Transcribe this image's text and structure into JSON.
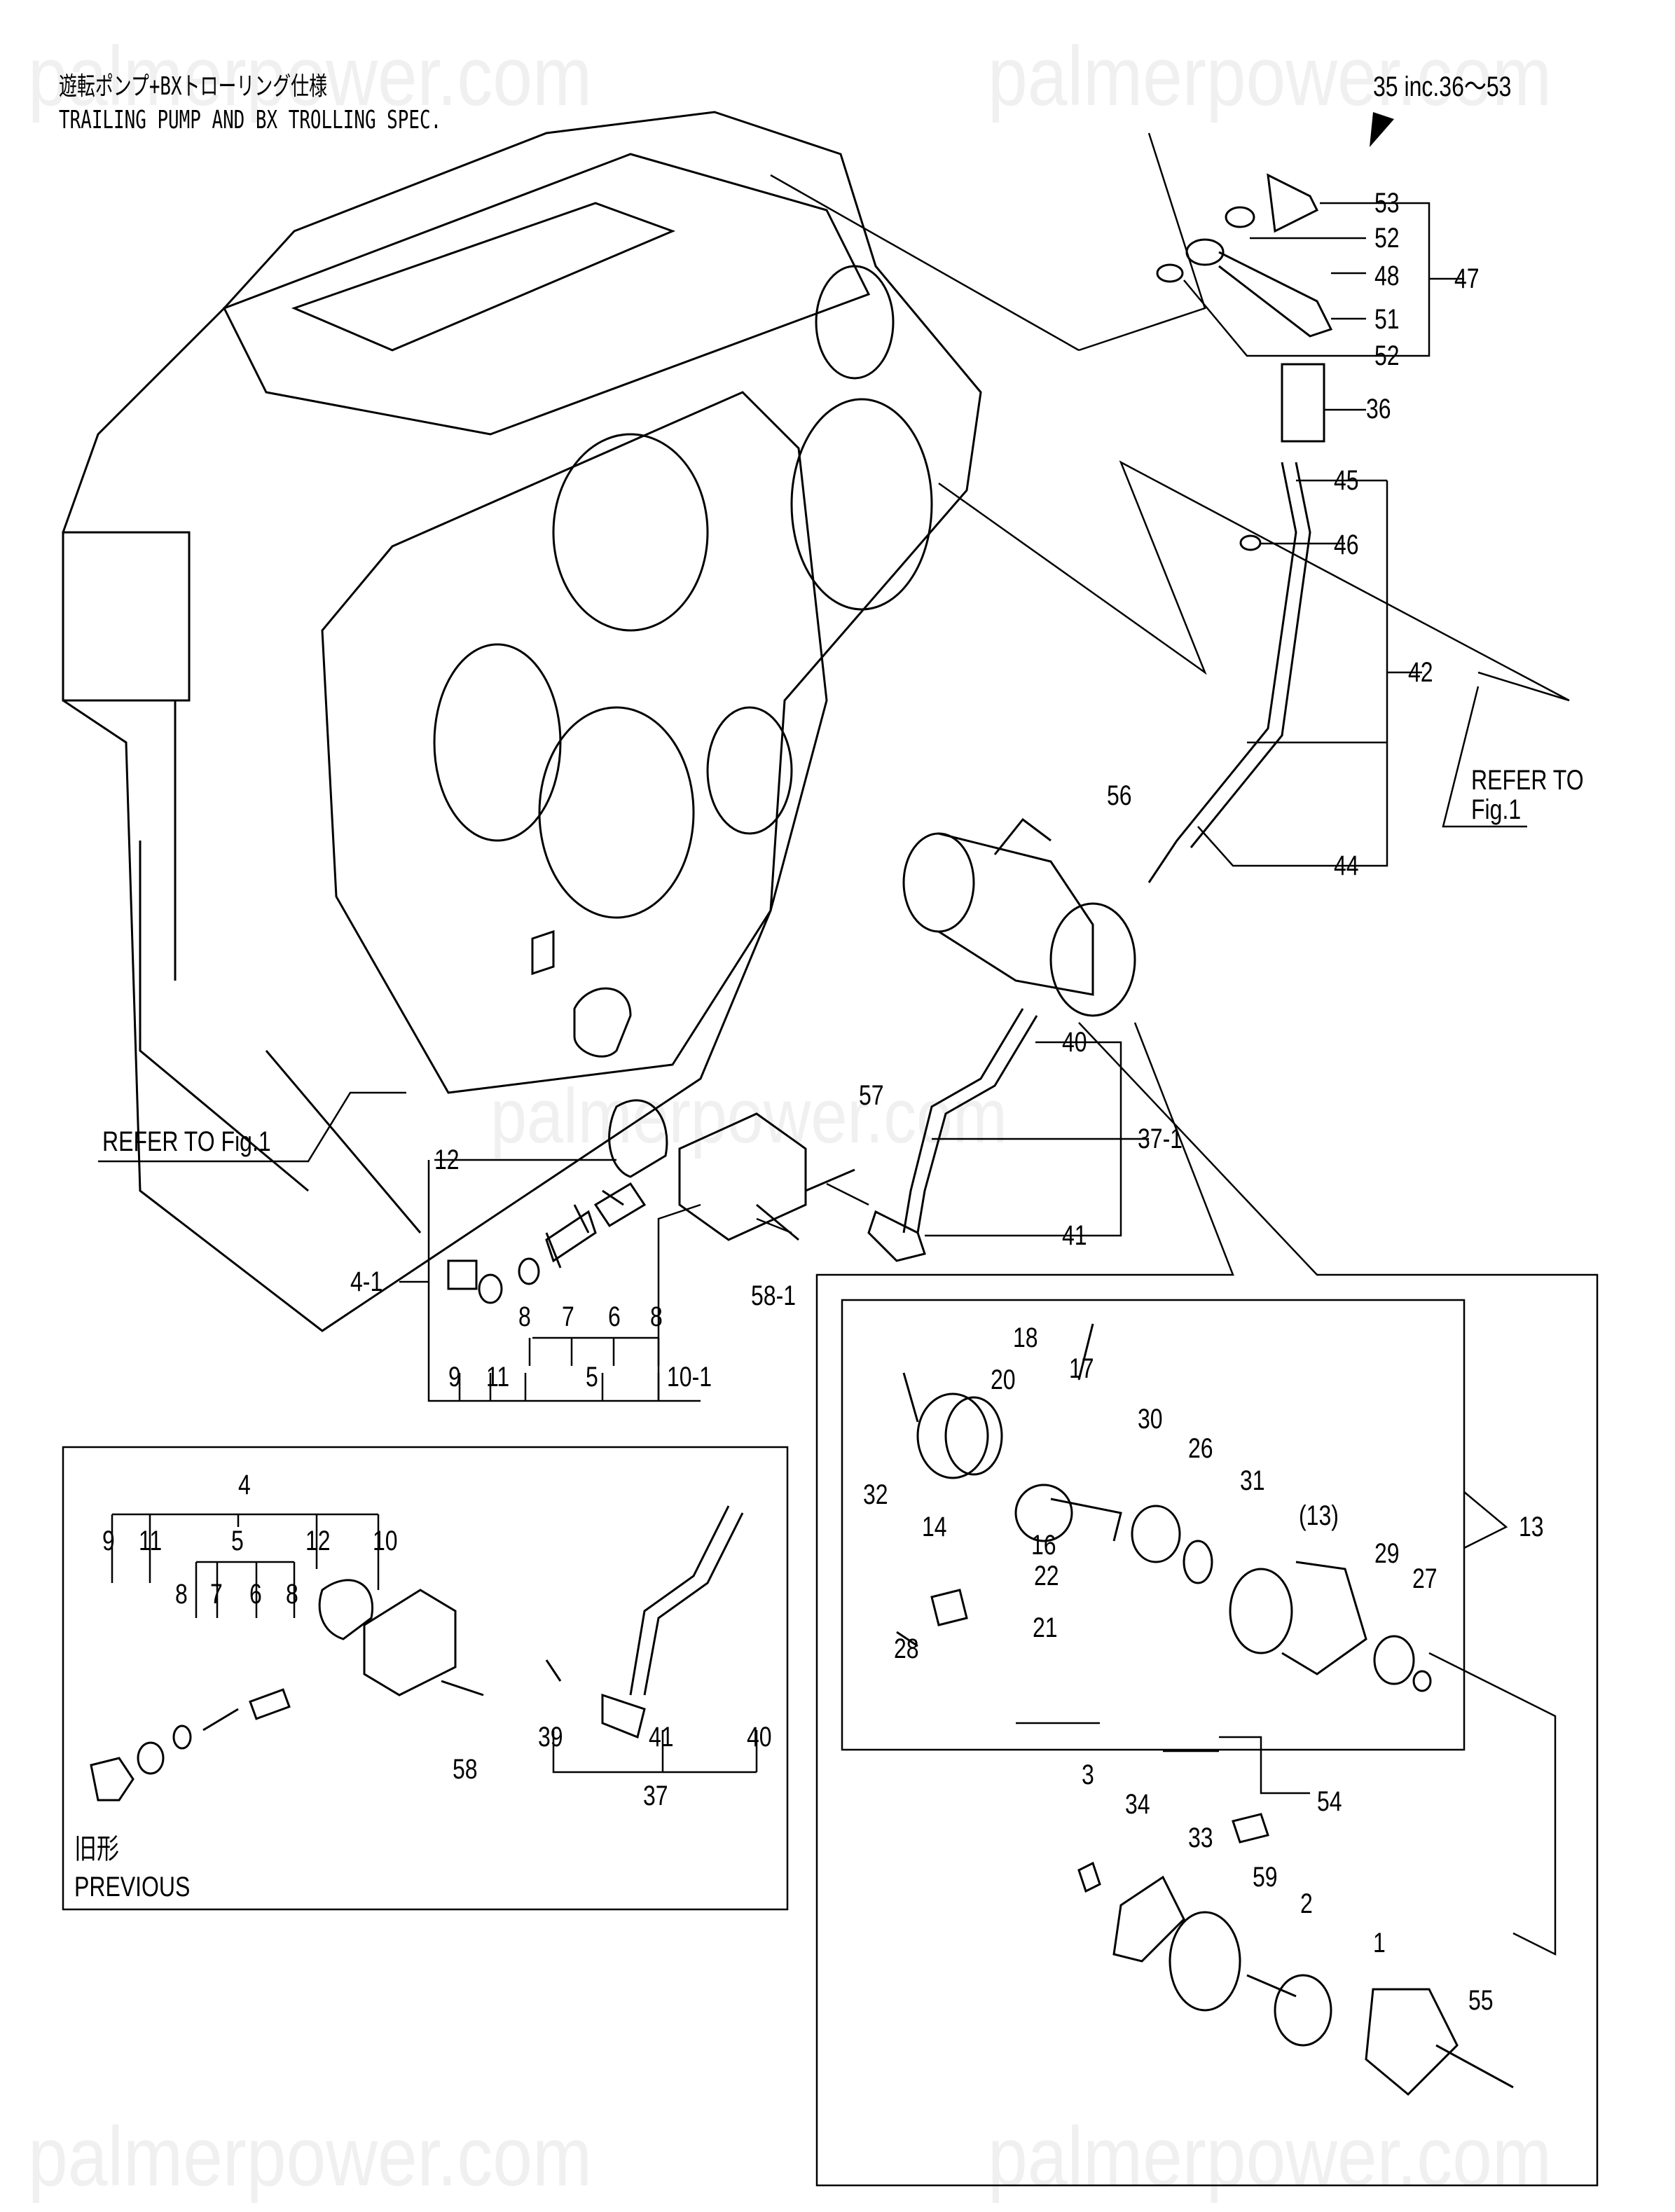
{
  "header": {
    "title_jp": "遊転ポンプ+BXトローリング仕様",
    "title_en": "TRAILING PUMP AND BX TROLLING SPEC.",
    "assembly_note": "35 inc.36～53"
  },
  "watermark": "palmerpower.com",
  "references": {
    "refer_right_1": "REFER TO",
    "refer_right_2": "Fig.1",
    "refer_left": "REFER TO Fig.1"
  },
  "previous_inset": {
    "label_jp": "旧形",
    "label_en": "PREVIOUS"
  },
  "callouts": [
    "53",
    "52",
    "48",
    "47",
    "51",
    "52",
    "36",
    "45",
    "46",
    "42",
    "44",
    "56",
    "40",
    "37-1",
    "41",
    "57",
    "12",
    "4-1",
    "58-1",
    "8",
    "7",
    "6",
    "8",
    "9",
    "11",
    "5",
    "10-1",
    "4",
    "9",
    "11",
    "5",
    "12",
    "10",
    "8",
    "7",
    "6",
    "8",
    "58",
    "39",
    "41",
    "40",
    "37",
    "18",
    "20",
    "17",
    "30",
    "26",
    "31",
    "(13)",
    "13",
    "32",
    "14",
    "16",
    "22",
    "21",
    "28",
    "29",
    "27",
    "3",
    "34",
    "54",
    "33",
    "59",
    "2",
    "1",
    "55"
  ]
}
